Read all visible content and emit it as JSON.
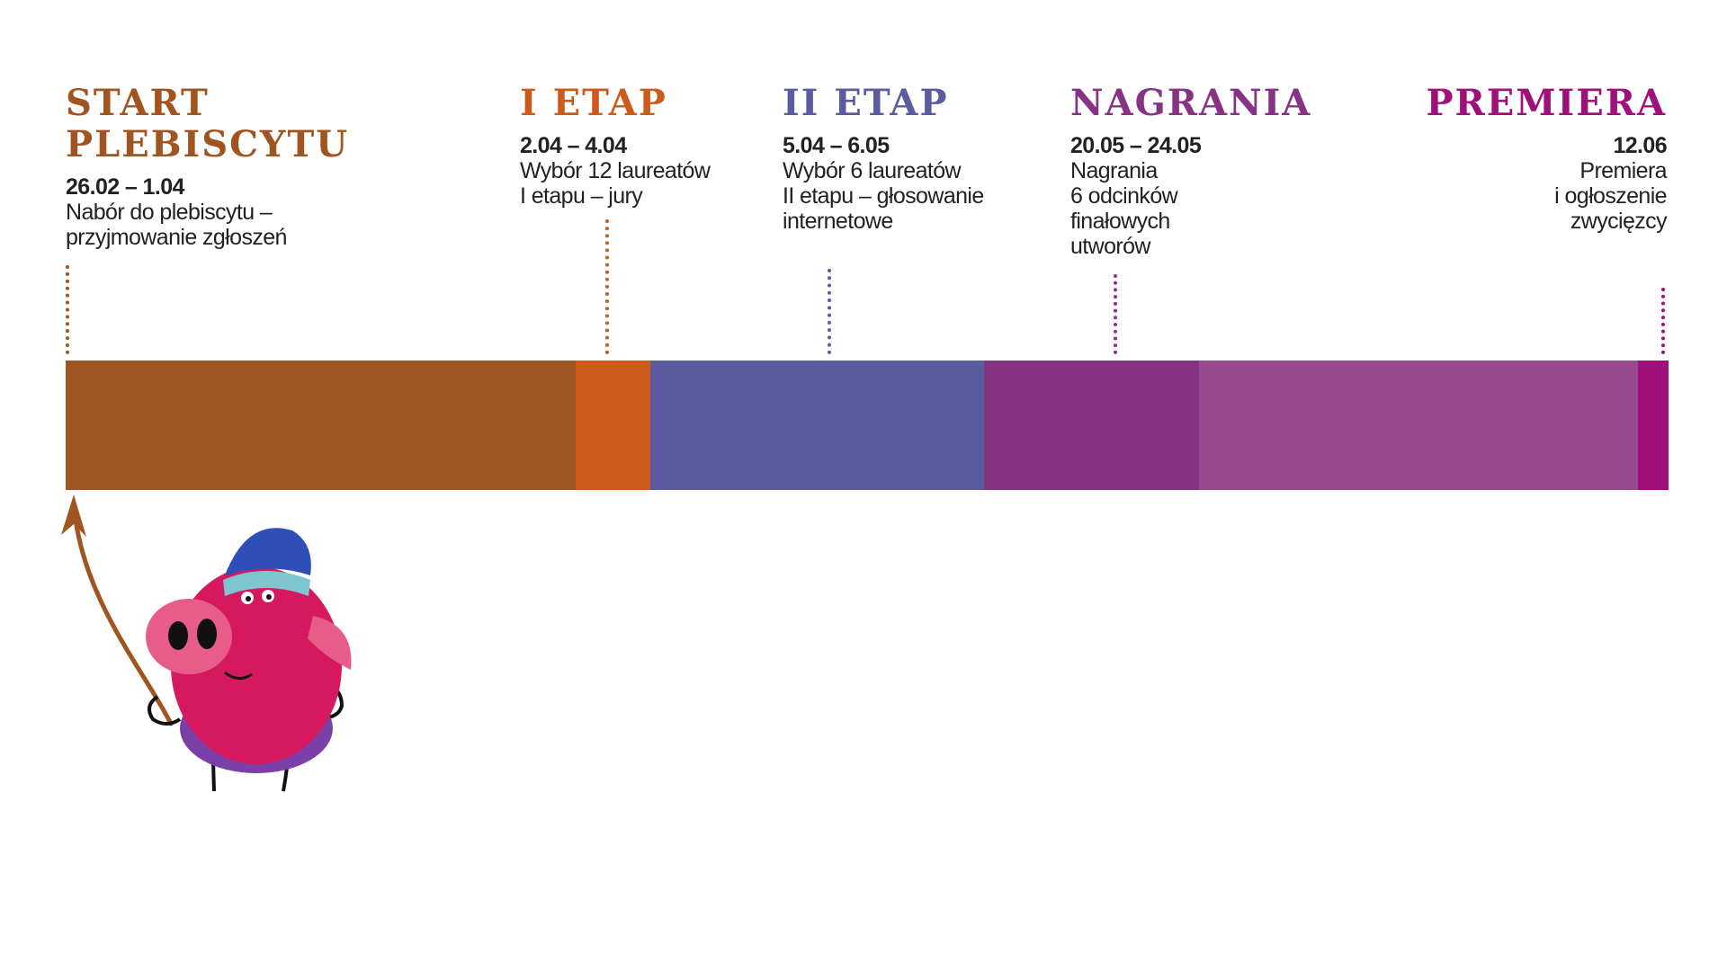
{
  "stages": [
    {
      "title_lines": [
        "START",
        "PLEBISCYTU"
      ],
      "date": "26.02 – 1.04",
      "desc_lines": [
        "Nabór do plebiscytu –",
        "przyjmowanie zgłoszeń"
      ],
      "color": "#A0541F"
    },
    {
      "title_lines": [
        "I ETAP"
      ],
      "date": "2.04 – 4.04",
      "desc_lines": [
        "Wybór 12 laureatów",
        "I etapu – jury"
      ],
      "color": "#CC5B1B"
    },
    {
      "title_lines": [
        "II ETAP"
      ],
      "date": "5.04 – 6.05",
      "desc_lines": [
        "Wybór 6 laureatów",
        "II etapu – głosowanie",
        "internetowe"
      ],
      "color": "#5B5B9F"
    },
    {
      "title_lines": [
        "NAGRANIA"
      ],
      "date": "20.05 – 24.05",
      "desc_lines": [
        "Nagrania",
        "6 odcinków",
        "finałowych",
        "utworów"
      ],
      "color": "#863384"
    },
    {
      "title_lines": [
        "PREMIERA"
      ],
      "date": "12.06",
      "desc_lines": [
        "Premiera",
        "i ogłoszenie",
        "zwycięzcy"
      ],
      "color": "#A0107A"
    }
  ],
  "bar_segments": [
    {
      "color": "#A0541F",
      "share": 567
    },
    {
      "color": "#CC5B1B",
      "share": 83
    },
    {
      "color": "#5B5B9F",
      "share": 371
    },
    {
      "color": "#863384",
      "share": 239
    },
    {
      "color": "#994A8E",
      "share": 488
    },
    {
      "color": "#A0107A",
      "share": 34
    }
  ],
  "mascot": "pig-mascot"
}
